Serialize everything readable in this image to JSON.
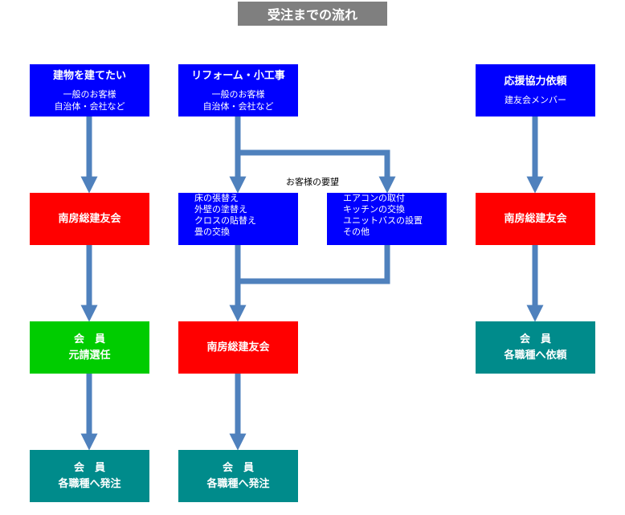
{
  "title": "受注までの流れ",
  "col1": {
    "start": {
      "title": "建物を建てたい",
      "line1": "一般のお客様",
      "line2": "自治体・会社など"
    },
    "org": "南房総建友会",
    "member": {
      "line1": "会　員",
      "line2": "元請選任"
    },
    "end": {
      "line1": "会　員",
      "line2": "各職種へ発注"
    }
  },
  "col2": {
    "start": {
      "title": "リフォーム・小工事",
      "line1": "一般のお客様",
      "line2": "自治体・会社など"
    },
    "request_label": "お客様の要望",
    "requests_left": [
      "床の張替え",
      "外壁の塗替え",
      "クロスの貼替え",
      "畳の交換"
    ],
    "requests_right": [
      "エアコンの取付",
      "キッチンの交換",
      "ユニットバスの設置",
      "その他"
    ],
    "org": "南房総建友会",
    "end": {
      "line1": "会　員",
      "line2": "各職種へ発注"
    }
  },
  "col3": {
    "start": {
      "title": "応援協力依頼",
      "line1": "建友会メンバー"
    },
    "org": "南房総建友会",
    "end": {
      "line1": "会　員",
      "line2": "各職種へ依頼"
    }
  },
  "colors": {
    "blue": "#0000ff",
    "red": "#ff0000",
    "green": "#00cc00",
    "teal": "#008b8b",
    "arrow": "#4f81bd",
    "title_bg": "#7f7f7f"
  }
}
